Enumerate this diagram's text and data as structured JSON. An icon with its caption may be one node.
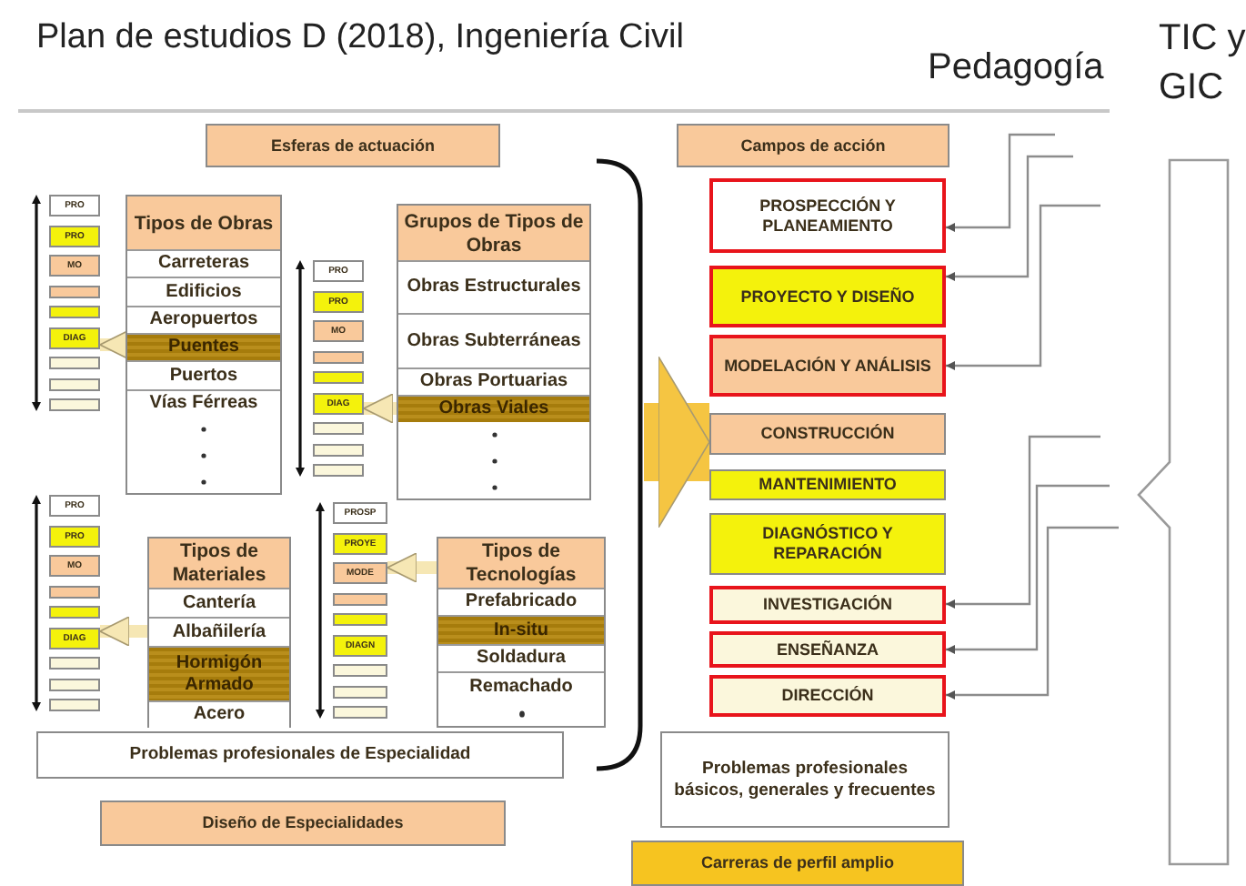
{
  "diagram": {
    "title": "Plan de estudios D (2018), Ingeniería Civil",
    "nodes": [
      {
        "text": [
          "Esferas de actuación"
        ]
      },
      {
        "text": [
          "Campos de acción"
        ]
      },
      {
        "text": [
          "PRO"
        ]
      },
      {
        "text": [
          "PRO"
        ]
      },
      {
        "text": [
          "MO"
        ]
      },
      {
        "text": [],
        "shape": "box"
      },
      {
        "text": [],
        "shape": "box"
      },
      {
        "text": [
          "DIAG"
        ]
      },
      {
        "text": [],
        "shape": "box"
      },
      {
        "text": [],
        "shape": "box"
      },
      {
        "text": [],
        "shape": "box"
      },
      {
        "text": [
          "Tipos de Obras"
        ]
      },
      {
        "text": [
          "Carreteras"
        ],
        "in": 11
      },
      {
        "text": [
          "Edificios"
        ],
        "in": 11
      },
      {
        "text": [
          "Aeropuertos"
        ],
        "in": 11
      },
      {
        "text": [
          "Puentes"
        ],
        "in": 11
      },
      {
        "text": [
          "Puertos"
        ],
        "in": 11
      },
      {
        "text": [
          "Vías Férreas"
        ],
        "in": 11
      },
      {
        "text": [
          "PRO"
        ]
      },
      {
        "text": [
          "PRO"
        ]
      },
      {
        "text": [
          "MO"
        ]
      },
      {
        "text": [],
        "shape": "box"
      },
      {
        "text": [],
        "shape": "box"
      },
      {
        "text": [
          "DIAG"
        ]
      },
      {
        "text": [],
        "shape": "box"
      },
      {
        "text": [],
        "shape": "box"
      },
      {
        "text": [],
        "shape": "box"
      },
      {
        "text": [
          "Grupos de Tipos de Obras"
        ]
      },
      {
        "text": [
          "Obras Estructurales"
        ],
        "in": 27
      },
      {
        "text": [
          "Obras Subterráneas"
        ],
        "in": 27
      },
      {
        "text": [
          "Obras Portuarias"
        ],
        "in": 27
      },
      {
        "text": [
          "Obras Viales"
        ],
        "in": 27
      },
      {
        "text": [
          "PROSPECCIÓN Y PLANEAMIENTO"
        ]
      },
      {
        "text": [
          "PROYECTO Y DISEÑO"
        ]
      },
      {
        "text": [
          "MODELACIÓN Y ANÁLISIS"
        ]
      },
      {
        "text": [
          "CONSTRUCCIÓN"
        ]
      },
      {
        "text": [
          "MANTENIMIENTO"
        ]
      },
      {
        "text": [
          "DIAGNÓSTICO Y REPARACIÓN"
        ]
      },
      {
        "text": [
          "INVESTIGACIÓN"
        ]
      },
      {
        "text": [
          "ENSEÑANZA"
        ]
      },
      {
        "text": [
          "DIRECCIÓN"
        ]
      },
      {
        "text": [
          "PRO"
        ]
      },
      {
        "text": [
          "PRO"
        ]
      },
      {
        "text": [
          "MO"
        ]
      },
      {
        "text": [],
        "shape": "box"
      },
      {
        "text": [],
        "shape": "box"
      },
      {
        "text": [
          "DIAG"
        ]
      },
      {
        "text": [],
        "shape": "box"
      },
      {
        "text": [],
        "shape": "box"
      },
      {
        "text": [],
        "shape": "box"
      },
      {
        "text": [
          "Tipos de Materiales"
        ]
      },
      {
        "text": [
          "Cantería"
        ],
        "in": 50
      },
      {
        "text": [
          "Albañilería"
        ],
        "in": 50
      },
      {
        "text": [
          "Hormigón Armado"
        ],
        "in": 50
      },
      {
        "text": [
          "Acero"
        ],
        "in": 50
      },
      {
        "text": [
          "PROSP"
        ]
      },
      {
        "text": [
          "PROYE"
        ]
      },
      {
        "text": [
          "MODE"
        ]
      },
      {
        "text": [],
        "shape": "box"
      },
      {
        "text": [],
        "shape": "box"
      },
      {
        "text": [
          "DIAGN"
        ]
      },
      {
        "text": [],
        "shape": "box"
      },
      {
        "text": [],
        "shape": "box"
      },
      {
        "text": [],
        "shape": "box"
      },
      {
        "text": [
          "Tipos de Tecnologías"
        ]
      },
      {
        "text": [
          "Prefabricado"
        ],
        "in": 64
      },
      {
        "text": [
          "In-situ"
        ],
        "in": 64
      },
      {
        "text": [
          "Soldadura"
        ],
        "in": 64
      },
      {
        "text": [
          "Remachado"
        ],
        "in": 64
      },
      {
        "text": [
          "Problemas profesionales de Especialidad"
        ]
      },
      {
        "text": [
          "Problemas profesionales básicos, generales y frecuentes"
        ]
      },
      {
        "text": [
          "Diseño de Especialidades"
        ]
      },
      {
        "text": [
          "Carreras de perfil amplio"
        ]
      },
      {
        "text": [],
        "shape": "bracket"
      }
    ],
    "edges": [
      {
        "from": 15,
        "to": 7,
        "arrow": "to",
        "style": "thick",
        "color": "#f6e7b4"
      },
      {
        "from": 31,
        "to": 23,
        "arrow": "to",
        "style": "thick",
        "color": "#f6e7b4"
      },
      {
        "from": 52,
        "to": 46,
        "arrow": "to",
        "style": "thick",
        "color": "#f6e7b4"
      },
      {
        "from": 64,
        "to": 57,
        "arrow": "to",
        "style": "thick",
        "color": "#f6e7b4"
      },
      {
        "from": 73,
        "to": 35,
        "arrow": "to",
        "style": "thick",
        "color": "#f5c542"
      },
      {
        "from": null,
        "to": 32,
        "arrow": "to"
      },
      {
        "from": null,
        "to": 33,
        "arrow": "to"
      },
      {
        "from": null,
        "to": 34,
        "arrow": "to"
      },
      {
        "from": null,
        "to": 38,
        "arrow": "to"
      },
      {
        "from": null,
        "to": 39,
        "arrow": "to"
      },
      {
        "from": null,
        "to": 40,
        "arrow": "to"
      }
    ],
    "labels": [
      "Pedagogía",
      "TIC y GIC"
    ]
  }
}
